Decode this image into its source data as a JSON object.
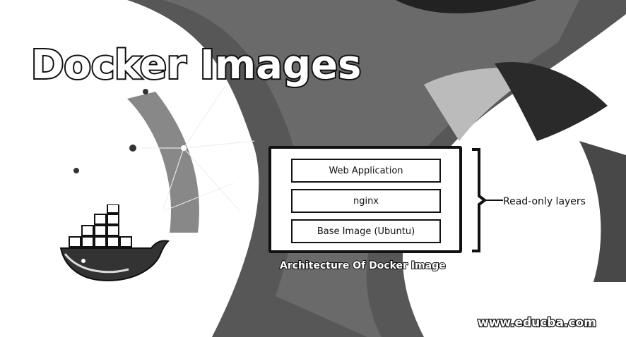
{
  "title": "Docker Images",
  "diagram": {
    "layers": [
      {
        "label": "Web Application"
      },
      {
        "label": "nginx"
      },
      {
        "label": "Base Image (Ubuntu)"
      }
    ],
    "brace_label": "Read-only layers",
    "caption": "Architecture Of Docker Image"
  },
  "watermark": "www.educba.com",
  "icons": {
    "logo": "docker-whale-icon",
    "bracket": "curly-bracket-icon"
  },
  "colors": {
    "ink": "#111111",
    "paper": "#ffffff"
  }
}
